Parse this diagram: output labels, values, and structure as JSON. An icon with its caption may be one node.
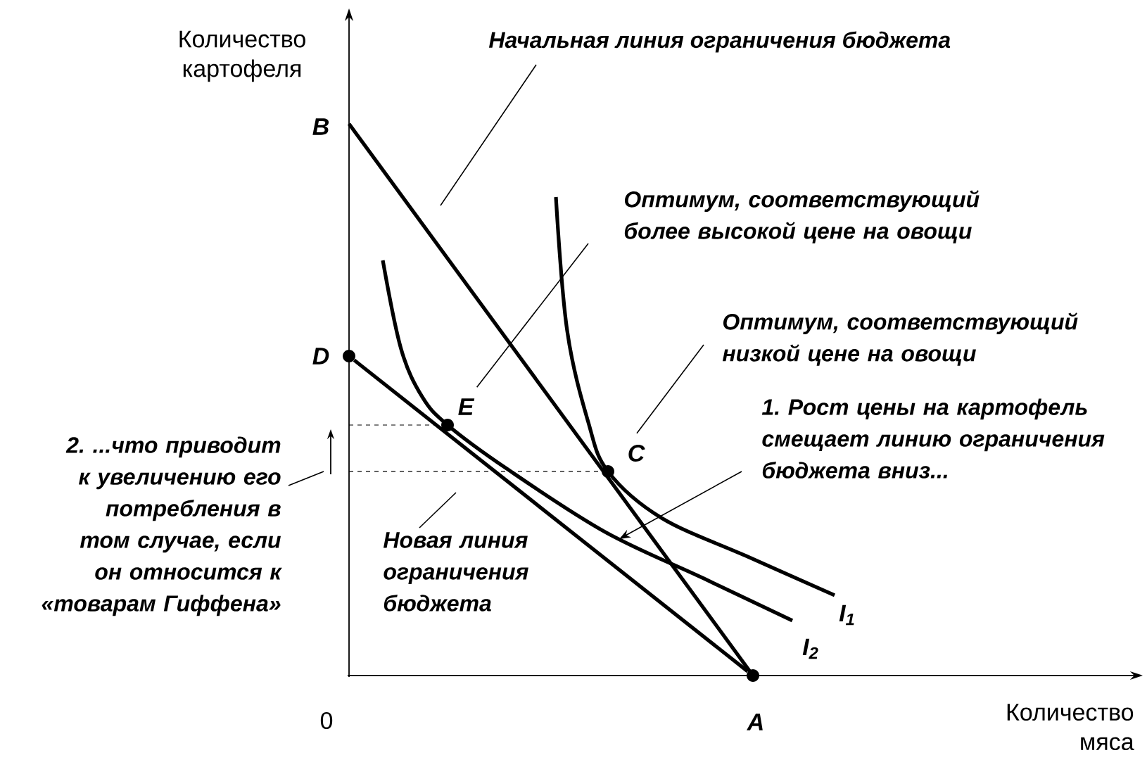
{
  "diagram": {
    "nodes": [
      {
        "text": [
          "Начальная линия ограничения бюджета"
        ]
      },
      {
        "text": [
          "Оптимум, соответствующий более высокой цене на овощи"
        ]
      },
      {
        "text": [
          "Оптимум, соответствующий низкой цене на овощи"
        ]
      },
      {
        "text": [
          "1. Рост цены на картофель смещает линию ограничения бюджета вниз..."
        ]
      },
      {
        "text": [
          "2. ...что приводит к увеличению его потребления в том случае, если он относится к «товарам Гиффена»"
        ]
      },
      {
        "text": [
          "Новая линия ограничения бюджета"
        ]
      },
      {
        "text": [],
        "shape": "circle",
        "beside": [
          "D"
        ]
      },
      {
        "text": [],
        "shape": "circle",
        "beside": [
          "E"
        ]
      },
      {
        "text": [],
        "shape": "circle",
        "beside": [
          "C"
        ]
      },
      {
        "text": [],
        "shape": "circle",
        "beside": [
          "A"
        ]
      }
    ],
    "edges": [
      {
        "from": 0,
        "to": null,
        "arrow": "none"
      },
      {
        "from": 1,
        "to": 7,
        "arrow": "none"
      },
      {
        "from": 2,
        "to": 8,
        "arrow": "none"
      },
      {
        "from": 3,
        "to": null,
        "arrow": "to"
      },
      {
        "from": 4,
        "to": null,
        "arrow": "none"
      },
      {
        "from": 5,
        "to": null,
        "arrow": "none"
      },
      {
        "from": 6,
        "to": 9,
        "arrow": "none",
        "style": "thick"
      }
    ],
    "labels": [
      "Количество картофеля",
      "B",
      "0",
      "Количество мяса",
      "I$_{1}$",
      "I$_{2}$"
    ]
  }
}
